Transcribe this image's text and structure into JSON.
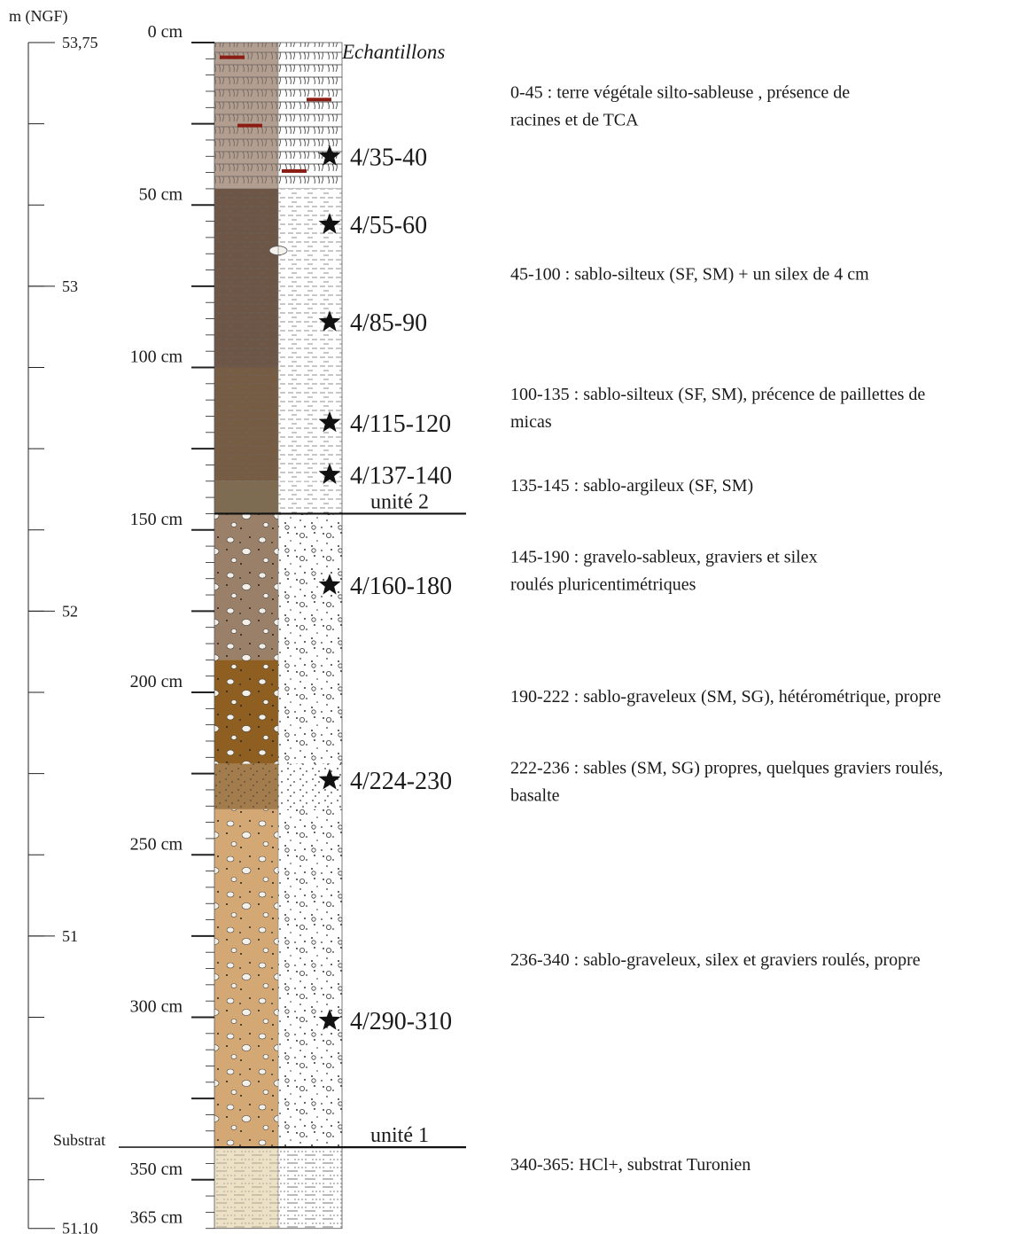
{
  "elevation_axis": {
    "title": "m (NGF)",
    "labels": [
      {
        "text": "53,75",
        "cm": 0
      },
      {
        "text": "53",
        "cm": 75
      },
      {
        "text": "52",
        "cm": 175
      },
      {
        "text": "51",
        "cm": 275
      },
      {
        "text": "51,10",
        "cm": 365
      }
    ],
    "substrat_label": "Substrat"
  },
  "depth_axis": {
    "labels": [
      "0 cm",
      "50 cm",
      "100 cm",
      "150 cm",
      "200 cm",
      "250 cm",
      "300 cm",
      "350 cm",
      "365 cm"
    ],
    "label_cm": [
      0,
      50,
      100,
      150,
      200,
      250,
      300,
      350,
      365
    ]
  },
  "samples_header": "Echantillons",
  "samples": [
    {
      "label": "4/35-40",
      "cm": 35
    },
    {
      "label": "4/55-60",
      "cm": 56
    },
    {
      "label": "4/85-90",
      "cm": 86
    },
    {
      "label": "4/115-120",
      "cm": 117
    },
    {
      "label": "4/137-140",
      "cm": 133
    },
    {
      "label": "4/160-180",
      "cm": 167
    },
    {
      "label": "4/224-230",
      "cm": 227
    },
    {
      "label": "4/290-310",
      "cm": 301
    }
  ],
  "units": [
    {
      "label": "unité 2",
      "cm": 145
    },
    {
      "label": "unité 1",
      "cm": 340
    }
  ],
  "layers": [
    {
      "from": 0,
      "to": 45,
      "color": "#b29e90",
      "texture": "roots"
    },
    {
      "from": 45,
      "to": 100,
      "color": "#6e5646",
      "texture": "silt"
    },
    {
      "from": 100,
      "to": 135,
      "color": "#755c43",
      "texture": "silt"
    },
    {
      "from": 135,
      "to": 145,
      "color": "#7f6c50",
      "texture": "silt"
    },
    {
      "from": 145,
      "to": 190,
      "color": "#9a8068",
      "texture": "gravel"
    },
    {
      "from": 190,
      "to": 222,
      "color": "#8f5f22",
      "texture": "gravel"
    },
    {
      "from": 222,
      "to": 236,
      "color": "#a27c4d",
      "texture": "sand"
    },
    {
      "from": 236,
      "to": 340,
      "color": "#d4a874",
      "texture": "gravel"
    },
    {
      "from": 340,
      "to": 365,
      "color": "#ece1c5",
      "texture": "substrat"
    }
  ],
  "descriptions": [
    {
      "line1": "0-45 : terre végétale silto-sableuse , présence de",
      "line2": "racines et de TCA",
      "cm": 17
    },
    {
      "line1": "45-100 : sablo-silteux (SF, SM) + un silex de 4 cm",
      "line2": "",
      "cm": 73
    },
    {
      "line1": "100-135 : sablo-silteux (SF, SM), précence de paillettes de",
      "line2": "micas",
      "cm": 110
    },
    {
      "line1": "135-145 : sablo-argileux (SF, SM)",
      "line2": "",
      "cm": 138
    },
    {
      "line1": "145-190 : gravelo-sableux, graviers et silex",
      "line2": "roulés pluricentimétriques",
      "cm": 160
    },
    {
      "line1": "190-222 : sablo-graveleux (SM, SG), hétérométrique, propre",
      "line2": "",
      "cm": 203
    },
    {
      "line1": "222-236 : sables (SM, SG) propres, quelques graviers roulés,",
      "line2": "basalte",
      "cm": 225
    },
    {
      "line1": "236-340 : sablo-graveleux, silex et graviers roulés, propre",
      "line2": "",
      "cm": 284
    },
    {
      "line1": "340-365: HCl+, substrat Turonien",
      "line2": "",
      "cm": 347
    }
  ]
}
